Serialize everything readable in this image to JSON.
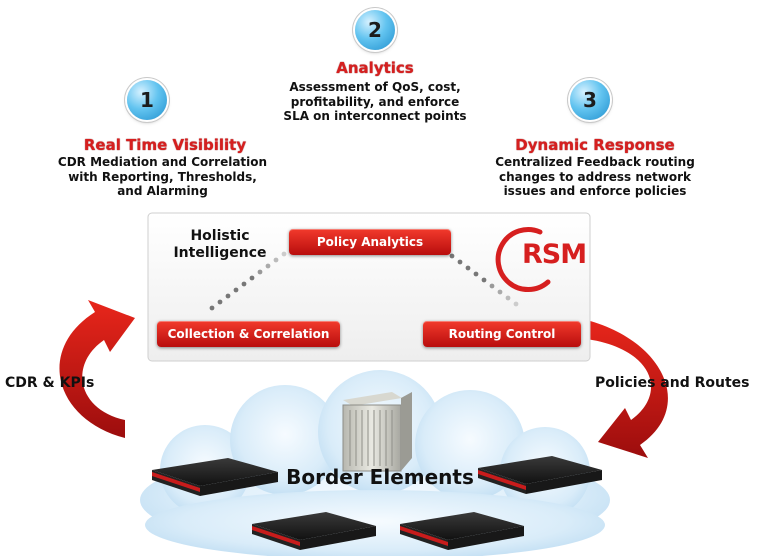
{
  "steps": [
    {
      "number": "1",
      "title": "Real Time Visibility",
      "description": [
        "CDR Mediation and Correlation",
        "with Reporting, Thresholds,",
        "and Alarming"
      ]
    },
    {
      "number": "2",
      "title": "Analytics",
      "description": [
        "Assessment of QoS, cost,",
        "profitability, and enforce",
        "SLA on interconnect points"
      ]
    },
    {
      "number": "3",
      "title": "Dynamic Response",
      "description": [
        "Centralized Feedback routing",
        "changes to address network",
        "issues and enforce policies"
      ]
    }
  ],
  "platform": {
    "label": [
      "Holistic",
      "Intelligence"
    ],
    "logo_text": "RSM",
    "modules": {
      "policy": "Policy Analytics",
      "collection": "Collection & Correlation",
      "routing": "Routing Control"
    }
  },
  "flows": {
    "left": "CDR & KPIs",
    "right": "Policies and Routes"
  },
  "cloud": {
    "label": "Border Elements"
  },
  "colors": {
    "accent_red": "#d61f1f",
    "badge_blue": "#3aa8e0",
    "cloud_blue": "#cde6f7"
  }
}
